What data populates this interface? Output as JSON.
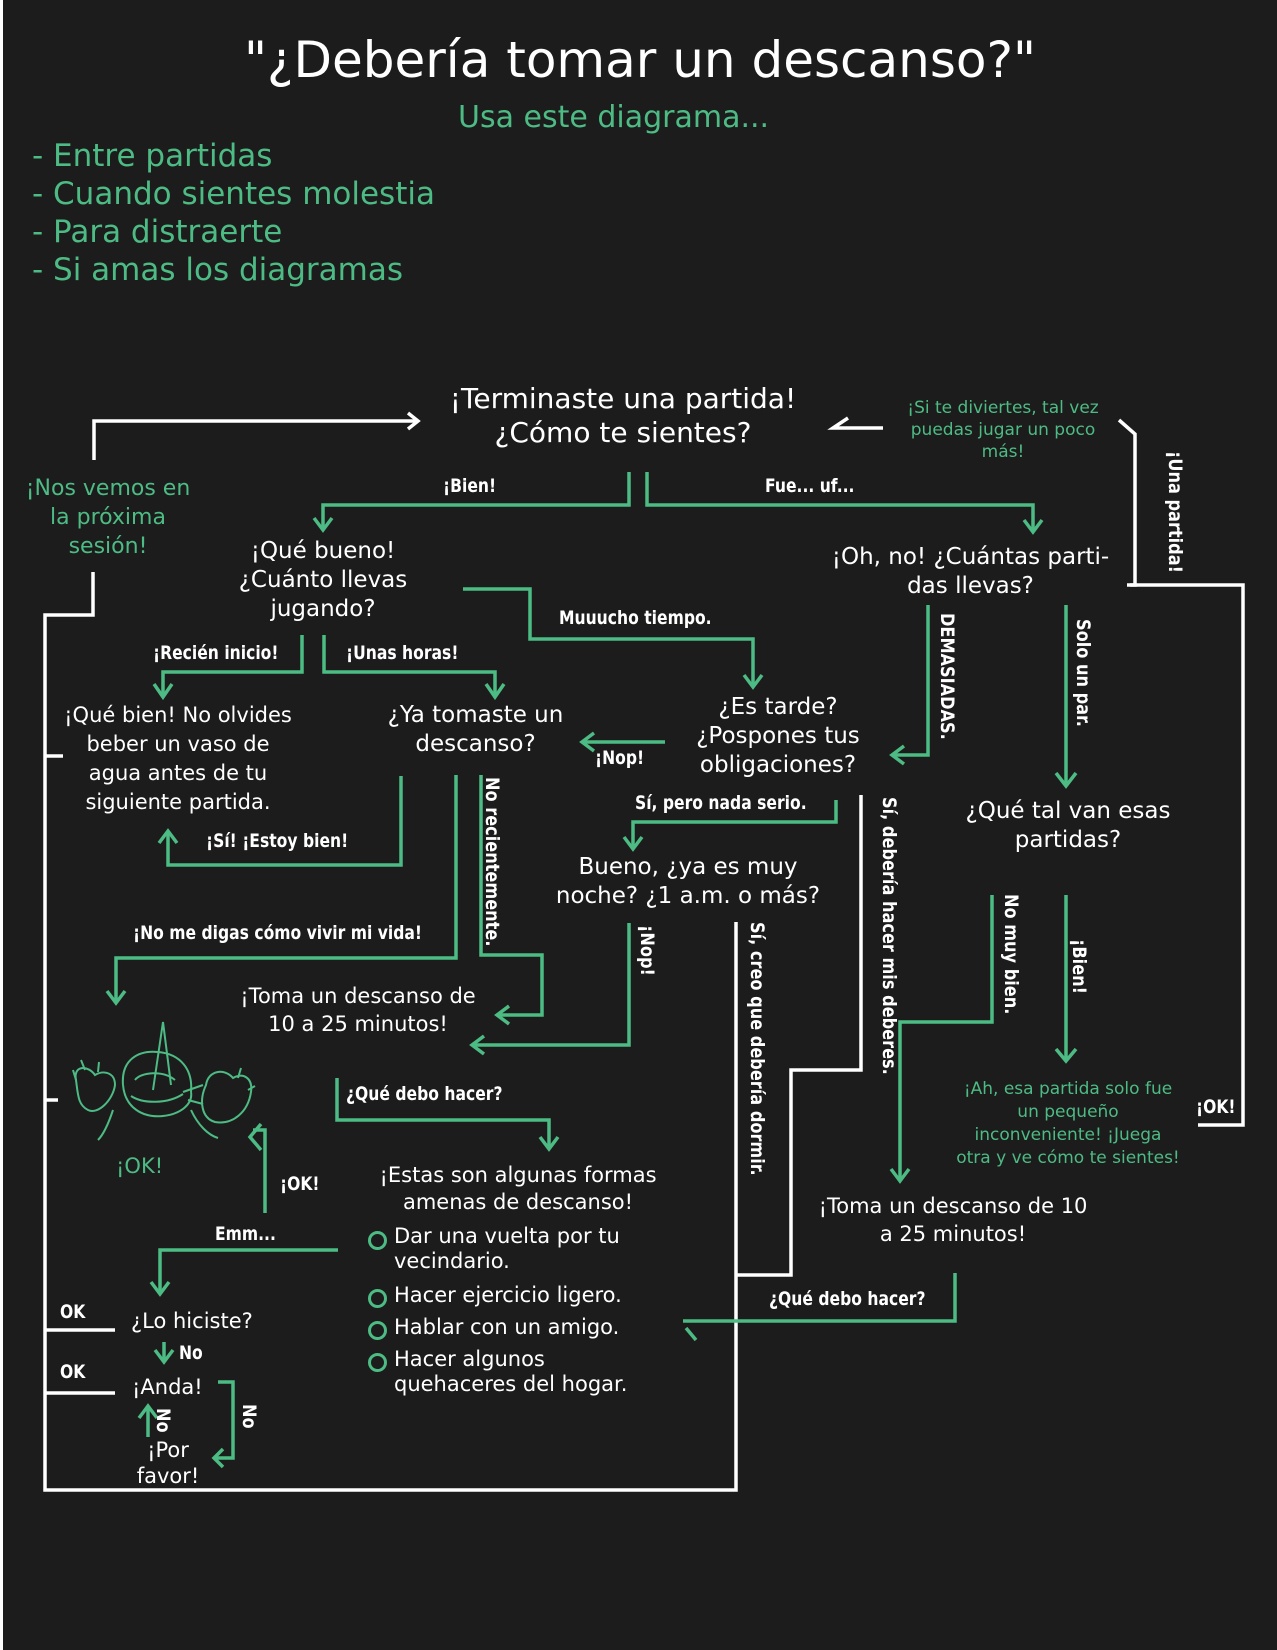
{
  "header": {
    "title": "\"¿Debería tomar un descanso?\"",
    "subtitle": "Usa este diagrama...",
    "uses": [
      "- Entre partidas",
      "- Cuando sientes molestia",
      "- Para distraerte",
      "- Si amas los diagramas"
    ]
  },
  "nodes": {
    "start": [
      "¡Terminaste una partida!",
      "¿Cómo te sientes?"
    ],
    "good": [
      "¡Qué bueno!",
      "¿Cuánto llevas",
      "jugando?"
    ],
    "bad": [
      "¡Oh, no! ¿Cuántas parti-",
      "das llevas?"
    ],
    "water": [
      "¡Qué bien! No olvides",
      "beber un vaso de",
      "agua antes de tu",
      "siguiente partida."
    ],
    "took_break": [
      "¿Ya tomaste un",
      "descanso?"
    ],
    "late": [
      "¿Es tarde?",
      "¿Pospones tus",
      "obligaciones?"
    ],
    "how_games": [
      "¿Qué tal van esas",
      "partidas?"
    ],
    "night": [
      "Bueno, ¿ya es muy",
      "noche? ¿1 a.m. o más?"
    ],
    "rest_left": [
      "¡Toma un descanso de",
      "10 a 25 minutos!"
    ],
    "rest_right": [
      "¡Toma un descanso de 10",
      "a 25 minutos!"
    ],
    "ideas": [
      "¡Estas son algunas formas",
      "amenas de descanso!"
    ],
    "did_it": "¿Lo hiciste?",
    "come_on": "¡Anda!",
    "please": [
      "¡Por",
      "favor!"
    ]
  },
  "green_nodes": {
    "see_you": [
      "¡Nos vemos en",
      "la próxima",
      "sesión!"
    ],
    "if_fun": [
      "¡Si te diviertes, tal vez",
      "puedas jugar un poco",
      "más!"
    ],
    "small": [
      "¡Ah, esa partida solo fue",
      "un pequeño",
      "inconveniente! ¡Juega",
      "otra y ve cómo te sientes!"
    ],
    "ok_char": "¡OK!"
  },
  "options": [
    [
      "Dar una vuelta por tu",
      "vecindario."
    ],
    [
      "Hacer ejercicio ligero."
    ],
    [
      "Hablar con un amigo."
    ],
    [
      "Hacer algunos",
      "quehaceres del hogar."
    ]
  ],
  "labels": {
    "bien": "¡Bien!",
    "fue_uf": "Fue... uf...",
    "muuucho": "Muuucho tiempo.",
    "recien": "¡Recién inicio!",
    "unas_horas": "¡Unas horas!",
    "nop1": "¡Nop!",
    "si_pero": "Sí, pero nada serio.",
    "si_estoy": "¡Sí! ¡Estoy bien!",
    "no_me_digas": "¡No me digas cómo vivir mi vida!",
    "que_debo1": "¿Qué debo hacer?",
    "que_debo2": "¿Qué debo hacer?",
    "ok1": "¡OK!",
    "ok2": "¡OK!",
    "emm": "Emm...",
    "ok_a": "OK",
    "ok_b": "OK",
    "no1": "No",
    "no2": "No",
    "no3": "No"
  },
  "vlabels": {
    "una_partida": "¡Una partida!",
    "demasiadas": "DEMASIADAS.",
    "solo_un_par": "Solo un par.",
    "no_recientemente": "No recientemente.",
    "si_deberes": "Sí, debería hacer mis deberes.",
    "nop2": "¡Nop!",
    "si_dormir": "Sí, creo que debería dormir.",
    "no_muy_bien": "No muy bien.",
    "bien2": "¡Bien!"
  },
  "colors": {
    "background": "#1d1c1c",
    "accent": "#4dbb84",
    "text": "#ffffff"
  }
}
